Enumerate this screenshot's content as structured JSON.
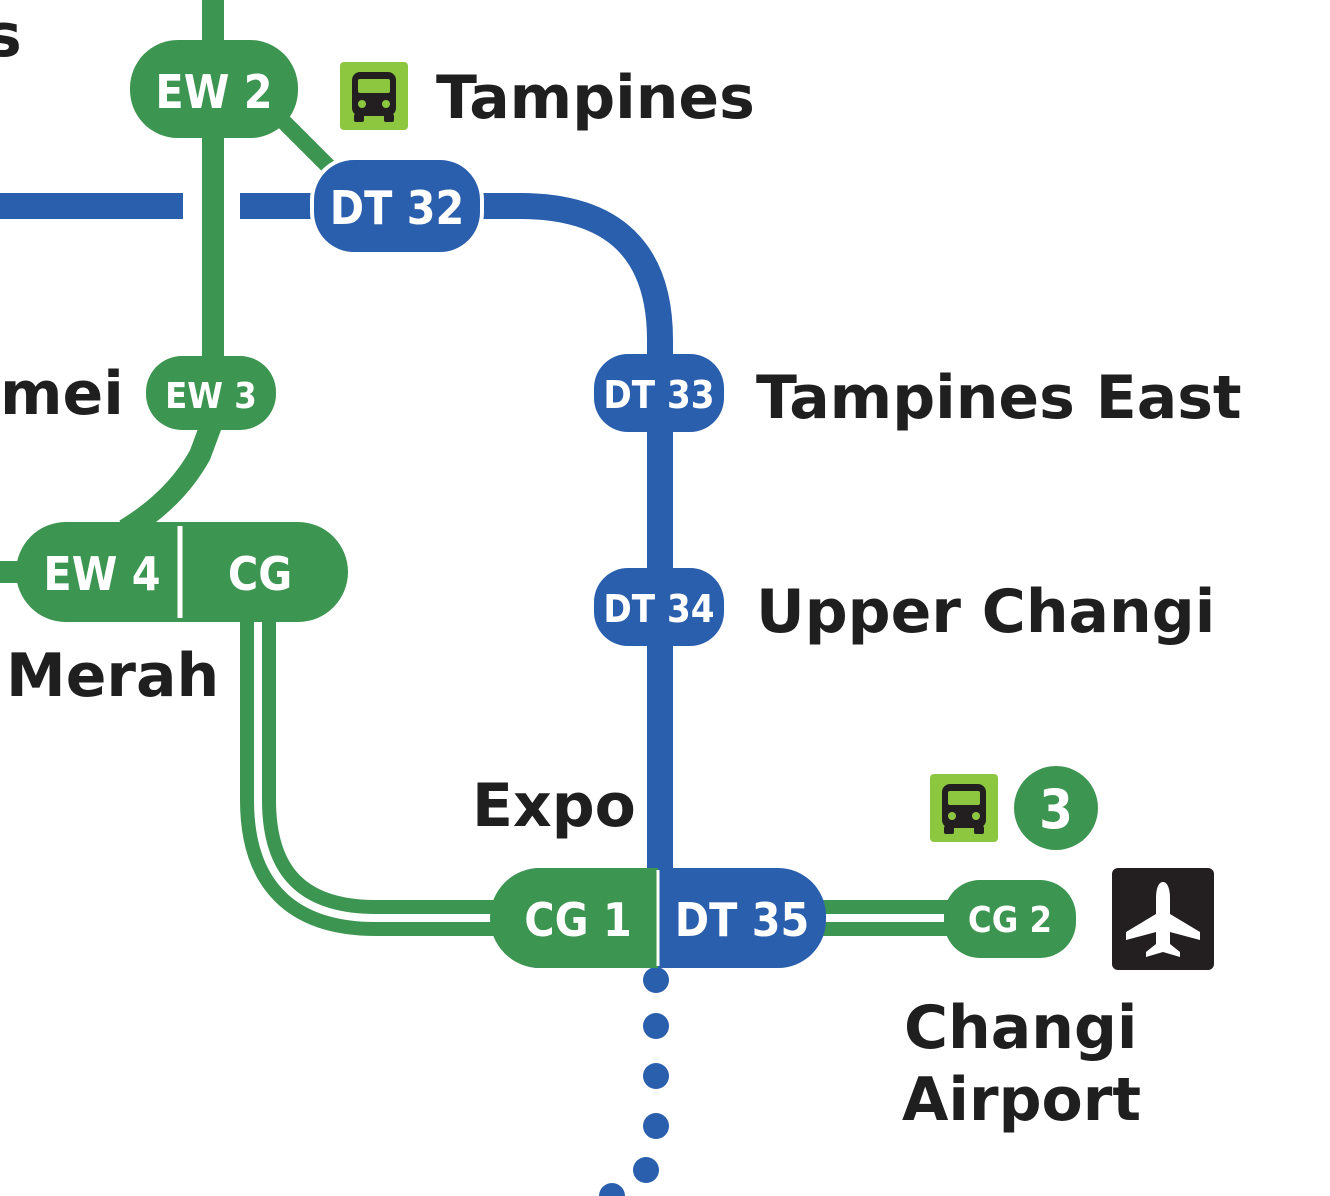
{
  "map": {
    "lines": {
      "east_west_color": "#3c9550",
      "changi_branch_color": "#3c9550",
      "downtown_color": "#2a5fae"
    },
    "station_codes": {
      "ew2": "EW 2",
      "ew3": "EW 3",
      "ew4": "EW 4",
      "cg": "CG",
      "dt32": "DT 32",
      "dt33": "DT 33",
      "dt34": "DT 34",
      "cg1": "CG 1",
      "dt35": "DT 35",
      "cg2": "CG 2"
    },
    "station_names": {
      "tampines": "Tampines",
      "tampines_east": "Tampines East",
      "upper_changi": "Upper Changi",
      "expo": "Expo",
      "changi_airport_line1": "Changi",
      "changi_airport_line2": "Airport",
      "tanah_merah_partial": "Merah",
      "simei_partial": "mei",
      "pasir_ris_partial": "s"
    },
    "terminal_badge": "3",
    "icons": {
      "bus": "bus-icon",
      "airplane": "airplane-icon",
      "bus_color": "#8dc63f",
      "airport_box_color": "#231f20"
    }
  }
}
